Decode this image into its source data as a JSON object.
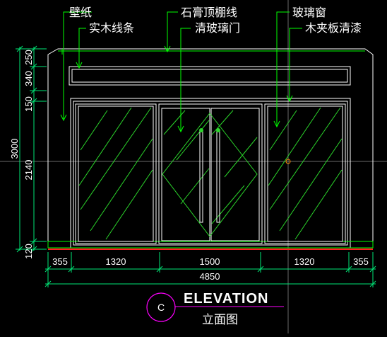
{
  "labels": {
    "wallpaper": "壁纸",
    "wood_trim": "实木线条",
    "gypsum_ceiling_line": "石膏顶棚线",
    "clear_glass_door": "清玻璃门",
    "glass_window": "玻璃窗",
    "veneer_clear_paint": "木夹板清漆"
  },
  "dimensions": {
    "vertical": {
      "total": "3000",
      "segments": [
        "250",
        "340",
        "150",
        "2140",
        "120"
      ]
    },
    "horizontal": {
      "segments": [
        "355",
        "1320",
        "1500",
        "1320",
        "355"
      ],
      "total": "4850"
    }
  },
  "title_block": {
    "marker": "C",
    "title": "ELEVATION",
    "subtitle": "立面图"
  },
  "colors": {
    "background": "#000000",
    "outline_green": "#00ff00",
    "glass_green": "#2bd52b",
    "wall_white": "#ffffff",
    "dim_green": "#00e676",
    "floor_red": "#ff2020",
    "cursor_marker": "#ff8c00",
    "marker_circle": "#ff00ff"
  }
}
